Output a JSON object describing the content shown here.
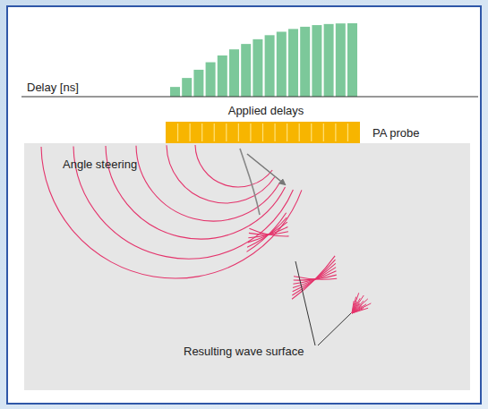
{
  "diagram": {
    "labels": [
      "Delay [ns]",
      "Applied delays",
      "PA probe",
      "Angle steering",
      "Resulting wave surface"
    ]
  }
}
